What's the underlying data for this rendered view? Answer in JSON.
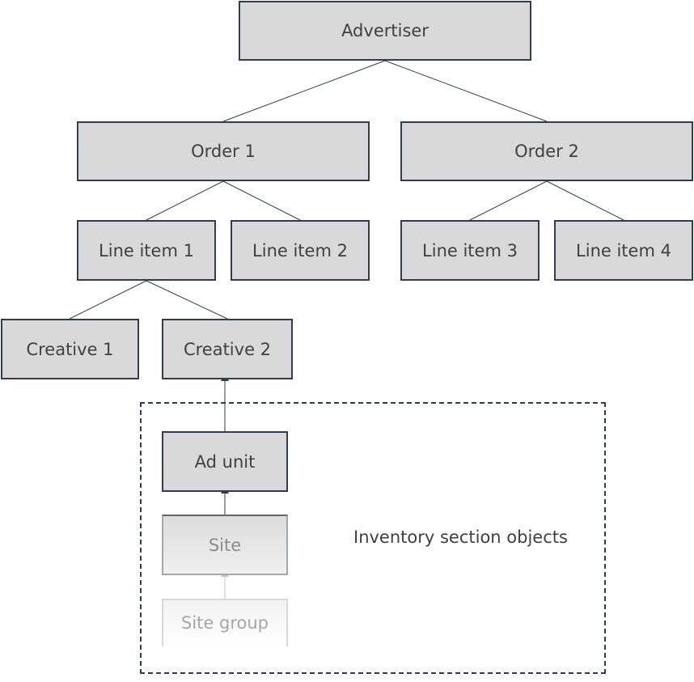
{
  "nodes": {
    "advertiser": "Advertiser",
    "order1": "Order 1",
    "order2": "Order 2",
    "line_item1": "Line item 1",
    "line_item2": "Line item 2",
    "line_item3": "Line item 3",
    "line_item4": "Line item 4",
    "creative1": "Creative 1",
    "creative2": "Creative 2",
    "ad_unit": "Ad unit",
    "site": "Site",
    "site_group": "Site group"
  },
  "inventory_label": "Inventory section objects",
  "colors": {
    "box_fill": "#d9d9d9",
    "border": "#2e3e50",
    "text": "#404040"
  }
}
